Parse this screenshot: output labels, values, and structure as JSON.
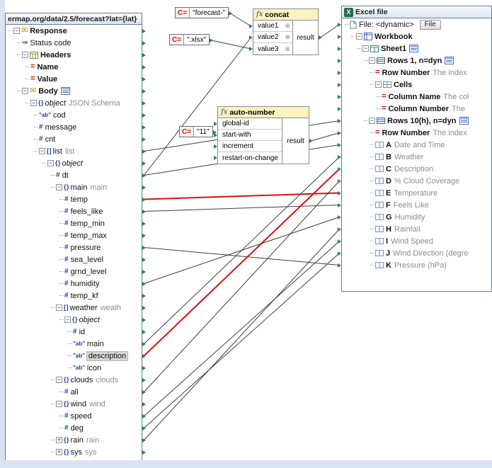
{
  "colors": {
    "frame_bg": "#d9e3f2",
    "canvas_bg": "#ffffff",
    "component_border": "#6a7a90",
    "function_header_bg": "#fdf3c0",
    "icon_navy": "#1d3f8f",
    "equals_red": "#cc1111",
    "annotation_gray": "#8c8c8c",
    "port_green": "#2d7d64",
    "connection": "#3f3f3f",
    "connection_selected": "#e01010",
    "excel_green": "#1e7145",
    "selected_row_bg": "#d7d7d7"
  },
  "source": {
    "title": "ermap.org/data/2.5/forecast?lat={lat}",
    "rows": [
      {
        "id": "response",
        "label": "Response",
        "icon": "envelope",
        "depth": 0,
        "expander": "minus",
        "bold": true,
        "port": true
      },
      {
        "id": "status-code",
        "label": "Status code",
        "icon": "arrow",
        "depth": 1,
        "port": true
      },
      {
        "id": "headers",
        "label": "Headers",
        "icon": "table",
        "depth": 1,
        "expander": "minus",
        "bold": true,
        "port": true
      },
      {
        "id": "header-name",
        "label": "Name",
        "icon": "equals",
        "depth": 2,
        "bold": true,
        "port": true
      },
      {
        "id": "header-value",
        "label": "Value",
        "icon": "equals",
        "depth": 2,
        "bold": true,
        "port": true
      },
      {
        "id": "body",
        "label": "Body",
        "icon": "envelope",
        "depth": 1,
        "expander": "minus",
        "bold": true,
        "menu": true,
        "port": true
      },
      {
        "id": "object1",
        "label": "object",
        "icon": "braces",
        "depth": 2,
        "expander": "minus",
        "italic": true,
        "annotation": "JSON Schema",
        "port": true
      },
      {
        "id": "cod",
        "label": "cod",
        "icon": "ab",
        "depth": 3,
        "port": true
      },
      {
        "id": "message",
        "label": "message",
        "icon": "hash",
        "depth": 3,
        "port": true
      },
      {
        "id": "cnt",
        "label": "cnt",
        "icon": "hash",
        "depth": 3,
        "port": true
      },
      {
        "id": "list",
        "label": "list",
        "icon": "brackets",
        "depth": 3,
        "expander": "minus",
        "annotation": "list",
        "port": true
      },
      {
        "id": "object2",
        "label": "object",
        "icon": "braces",
        "depth": 4,
        "expander": "minus",
        "italic": true,
        "port": true
      },
      {
        "id": "dt",
        "label": "dt",
        "icon": "hash",
        "depth": 5,
        "port": true
      },
      {
        "id": "main",
        "label": "main",
        "icon": "braces",
        "depth": 5,
        "expander": "minus",
        "annotation": "main",
        "port": true
      },
      {
        "id": "temp",
        "label": "temp",
        "icon": "hash",
        "depth": 6,
        "port": true
      },
      {
        "id": "feels_like",
        "label": "feels_like",
        "icon": "hash",
        "depth": 6,
        "port": true
      },
      {
        "id": "temp_min",
        "label": "temp_min",
        "icon": "hash",
        "depth": 6,
        "port": true
      },
      {
        "id": "temp_max",
        "label": "temp_max",
        "icon": "hash",
        "depth": 6,
        "port": true
      },
      {
        "id": "pressure",
        "label": "pressure",
        "icon": "hash",
        "depth": 6,
        "port": true
      },
      {
        "id": "sea_level",
        "label": "sea_level",
        "icon": "hash",
        "depth": 6,
        "port": true
      },
      {
        "id": "grnd_level",
        "label": "grnd_level",
        "icon": "hash",
        "depth": 6,
        "port": true
      },
      {
        "id": "humidity",
        "label": "humidity",
        "icon": "hash",
        "depth": 6,
        "port": true
      },
      {
        "id": "temp_kf",
        "label": "temp_kf",
        "icon": "hash",
        "depth": 6,
        "port": true
      },
      {
        "id": "weather",
        "label": "weather",
        "icon": "brackets",
        "depth": 5,
        "expander": "minus",
        "annotation": "weath",
        "port": true
      },
      {
        "id": "object3",
        "label": "object",
        "icon": "braces",
        "depth": 6,
        "expander": "minus",
        "italic": true,
        "port": true
      },
      {
        "id": "weather-id",
        "label": "id",
        "icon": "hash",
        "depth": 7,
        "port": true
      },
      {
        "id": "weather-main",
        "label": "main",
        "icon": "ab",
        "depth": 7,
        "port": true
      },
      {
        "id": "description",
        "label": "description",
        "icon": "ab",
        "depth": 7,
        "selected": true,
        "port": true
      },
      {
        "id": "weather-icon",
        "label": "icon",
        "icon": "ab",
        "depth": 7,
        "port": true
      },
      {
        "id": "clouds",
        "label": "clouds",
        "icon": "braces",
        "depth": 5,
        "expander": "minus",
        "annotation": "clouds",
        "port": true
      },
      {
        "id": "all",
        "label": "all",
        "icon": "hash",
        "depth": 6,
        "port": true
      },
      {
        "id": "wind",
        "label": "wind",
        "icon": "braces",
        "depth": 5,
        "expander": "minus",
        "annotation": "wind",
        "port": true
      },
      {
        "id": "speed",
        "label": "speed",
        "icon": "hash",
        "depth": 6,
        "port": true
      },
      {
        "id": "deg",
        "label": "deg",
        "icon": "hash",
        "depth": 6,
        "port": true
      },
      {
        "id": "rain",
        "label": "rain",
        "icon": "braces",
        "depth": 5,
        "expander": "plus",
        "annotation": "rain",
        "port": true
      },
      {
        "id": "sys",
        "label": "sys",
        "icon": "braces",
        "depth": 5,
        "expander": "plus",
        "annotation": "sys",
        "port": true
      }
    ]
  },
  "constants": [
    {
      "id": "const-0",
      "badge": "C=",
      "value": "\"forecast-\""
    },
    {
      "id": "const-1",
      "badge": "C=",
      "value": "\".xlsx\""
    },
    {
      "id": "const-2",
      "badge": "C=",
      "value": "\"11\""
    }
  ],
  "functions": {
    "concat": {
      "fx_label": "fx",
      "name": "concat",
      "inputs": [
        "value1",
        "value2",
        "value3"
      ],
      "remove_glyph": "⊗",
      "result_label": "result"
    },
    "auto_number": {
      "fx_label": "fx",
      "name": "auto-number",
      "inputs": [
        "global-id",
        "start-with",
        "increment",
        "restart-on-change"
      ],
      "result_label": "result"
    }
  },
  "excel": {
    "title": "Excel file",
    "icon_letter": "X",
    "file_button_label": "File",
    "rows": [
      {
        "id": "file",
        "label": "File: <dynamic>",
        "icon": "page",
        "depth": 0,
        "button": true,
        "port": true
      },
      {
        "id": "workbook",
        "label": "Workbook",
        "icon": "workbook",
        "depth": 1,
        "expander": "minus",
        "bold": true,
        "port": true
      },
      {
        "id": "sheet1",
        "label": "Sheet1",
        "icon": "sheet",
        "depth": 2,
        "expander": "minus",
        "bold": true,
        "menu": true,
        "port": true
      },
      {
        "id": "rows1",
        "label": "Rows 1, n=dyn",
        "icon": "rows",
        "depth": 3,
        "expander": "minus",
        "bold": true,
        "menu": true,
        "port": true
      },
      {
        "id": "rownum1",
        "label": "Row Number",
        "icon": "equals",
        "depth": 4,
        "bold": true,
        "annotation": "The index",
        "port": true
      },
      {
        "id": "cells",
        "label": "Cells",
        "icon": "cells",
        "depth": 4,
        "expander": "minus",
        "bold": true,
        "port": true
      },
      {
        "id": "colname",
        "label": "Column Name",
        "icon": "equals",
        "depth": 5,
        "bold": true,
        "annotation": "The col",
        "port": true
      },
      {
        "id": "colnum",
        "label": "Column Number",
        "icon": "equals",
        "depth": 5,
        "bold": true,
        "annotation": "The",
        "port": true
      },
      {
        "id": "rows10",
        "label": "Rows 10(h), n=dyn",
        "icon": "rows",
        "depth": 3,
        "expander": "minus",
        "bold": true,
        "menu": true,
        "port": true
      },
      {
        "id": "rownum2",
        "label": "Row Number",
        "icon": "equals",
        "depth": 4,
        "bold": true,
        "annotation": "The index",
        "port": true
      },
      {
        "id": "colA",
        "label": "A",
        "icon": "cell",
        "depth": 4,
        "bold": true,
        "annotation": "Date and Time",
        "port": true
      },
      {
        "id": "colB",
        "label": "B",
        "icon": "cell",
        "depth": 4,
        "bold": true,
        "annotation": "Weather",
        "port": true
      },
      {
        "id": "colC",
        "label": "C",
        "icon": "cell",
        "depth": 4,
        "bold": true,
        "annotation": "Description",
        "port": true
      },
      {
        "id": "colD",
        "label": "D",
        "icon": "cell",
        "depth": 4,
        "bold": true,
        "annotation": "% Cloud Coverage",
        "port": true
      },
      {
        "id": "colE",
        "label": "E",
        "icon": "cell",
        "depth": 4,
        "bold": true,
        "annotation": "Temperature",
        "port": true
      },
      {
        "id": "colF",
        "label": "F",
        "icon": "cell",
        "depth": 4,
        "bold": true,
        "annotation": "Feels Like",
        "port": true
      },
      {
        "id": "colG",
        "label": "G",
        "icon": "cell",
        "depth": 4,
        "bold": true,
        "annotation": "Humidity",
        "port": true
      },
      {
        "id": "colH",
        "label": "H",
        "icon": "cell",
        "depth": 4,
        "bold": true,
        "annotation": "Rainfall",
        "port": true
      },
      {
        "id": "colI",
        "label": "I",
        "icon": "cell",
        "depth": 4,
        "bold": true,
        "annotation": "Wind Speed",
        "port": true
      },
      {
        "id": "colJ",
        "label": "J",
        "icon": "cell",
        "depth": 4,
        "bold": true,
        "annotation": "Wind Direction (degre",
        "port": true
      },
      {
        "id": "colK",
        "label": "K",
        "icon": "cell",
        "depth": 4,
        "bold": true,
        "annotation": "Pressure (hPa)",
        "port": true
      }
    ]
  },
  "connections": [
    {
      "from": "const-0-out",
      "to": "concat-in-0",
      "selected": false
    },
    {
      "from": "src-dt",
      "to": "concat-in-1",
      "selected": false
    },
    {
      "from": "const-1-out",
      "to": "concat-in-2",
      "selected": false
    },
    {
      "from": "concat-out",
      "to": "xl-file",
      "selected": false
    },
    {
      "from": "const-2-out",
      "to": "auto-in-1",
      "selected": false
    },
    {
      "from": "auto-out",
      "to": "xl-rownum2",
      "selected": false
    },
    {
      "from": "src-list",
      "to": "xl-rows10",
      "selected": false
    },
    {
      "from": "src-dt",
      "to": "xl-colA",
      "selected": false
    },
    {
      "from": "src-temp",
      "to": "xl-colE",
      "selected": true
    },
    {
      "from": "src-feels_like",
      "to": "xl-colF",
      "selected": false
    },
    {
      "from": "src-pressure",
      "to": "xl-colK",
      "selected": false
    },
    {
      "from": "src-humidity",
      "to": "xl-colG",
      "selected": false
    },
    {
      "from": "src-weather-main",
      "to": "xl-colB",
      "selected": false
    },
    {
      "from": "src-description",
      "to": "xl-colC",
      "selected": true
    },
    {
      "from": "src-all",
      "to": "xl-colD",
      "selected": false
    },
    {
      "from": "src-speed",
      "to": "xl-colI",
      "selected": false
    },
    {
      "from": "src-deg",
      "to": "xl-colJ",
      "selected": false
    },
    {
      "from": "src-rain",
      "to": "xl-colH",
      "selected": false
    }
  ]
}
